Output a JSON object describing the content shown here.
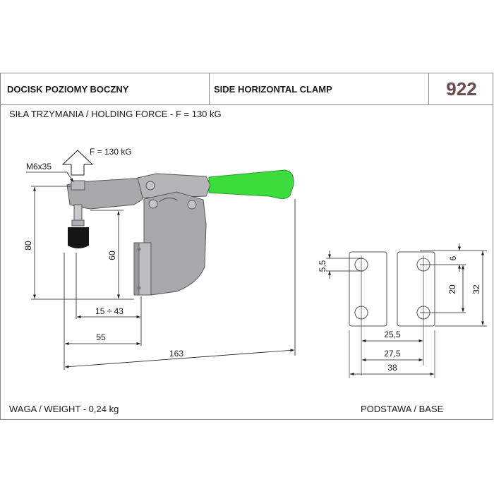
{
  "header": {
    "title_pl": "DOCISK POZIOMY BOCZNY",
    "title_en": "SIDE HORIZONTAL CLAMP",
    "code": "922"
  },
  "holding_force": "SIŁA TRZYMANIA / HOLDING FORCE - F = 130 kG",
  "weight": "WAGA / WEIGHT - 0,24 kg",
  "base_label": "PODSTAWA / BASE",
  "drawing": {
    "force_label": "F = 130 kG",
    "thread_label": "M6x35",
    "dim_80": "80",
    "dim_60": "60",
    "dim_15_43": "15 ÷ 43",
    "dim_55": "55",
    "dim_163": "163"
  },
  "base_drawing": {
    "dim_5_5": "5,5",
    "dim_6": "6",
    "dim_20": "20",
    "dim_32": "32",
    "dim_25_5": "25,5",
    "dim_27_5": "27,5",
    "dim_38": "38"
  },
  "colors": {
    "handle": "#3ddc3d",
    "body": "#a9a9ad",
    "code": "#6b4a4e"
  }
}
